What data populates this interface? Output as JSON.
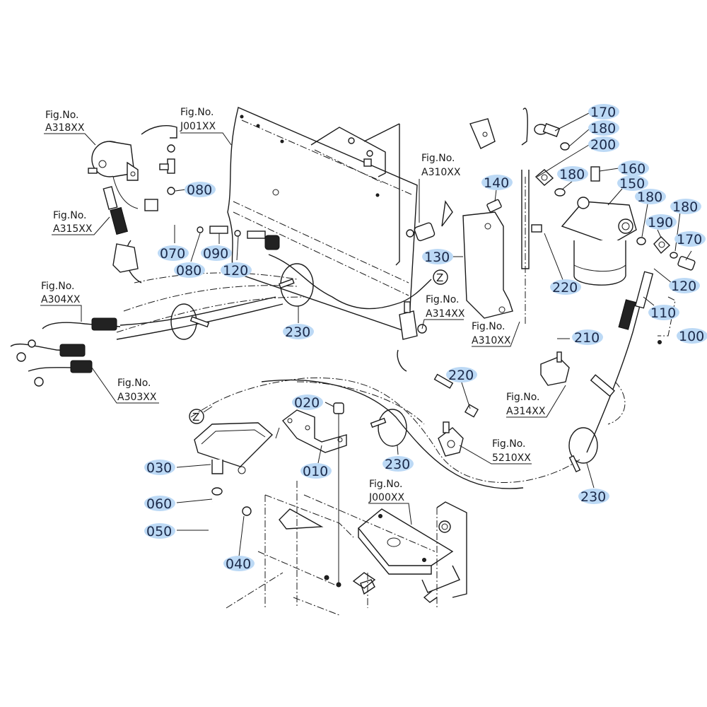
{
  "diagram": {
    "title": "Fuel system parts diagram",
    "highlight_color": "#bcd9f5",
    "callout_text_color": "#1b2a4a",
    "fig_refs": [
      {
        "id": "fig-a318",
        "line1": "Fig.No.",
        "line2": "A318XX"
      },
      {
        "id": "fig-j001",
        "line1": "Fig.No.",
        "line2": "J001XX"
      },
      {
        "id": "fig-a315",
        "line1": "Fig.No.",
        "line2": "A315XX"
      },
      {
        "id": "fig-a304",
        "line1": "Fig.No.",
        "line2": "A304XX"
      },
      {
        "id": "fig-a303",
        "line1": "Fig.No.",
        "line2": "A303XX"
      },
      {
        "id": "fig-a310-top",
        "line1": "Fig.No.",
        "line2": "A310XX"
      },
      {
        "id": "fig-a314-left",
        "line1": "Fig.No.",
        "line2": "A314XX"
      },
      {
        "id": "fig-a310-mid",
        "line1": "Fig.No.",
        "line2": "A310XX"
      },
      {
        "id": "fig-a314-right",
        "line1": "Fig.No.",
        "line2": "A314XX"
      },
      {
        "id": "fig-5210",
        "line1": "Fig.No.",
        "line2": "5210XX"
      },
      {
        "id": "fig-j000",
        "line1": "Fig.No.",
        "line2": "J000XX"
      }
    ],
    "callouts": [
      {
        "part": "080"
      },
      {
        "part": "070"
      },
      {
        "part": "080"
      },
      {
        "part": "090"
      },
      {
        "part": "120"
      },
      {
        "part": "230"
      },
      {
        "part": "140"
      },
      {
        "part": "130"
      },
      {
        "part": "170"
      },
      {
        "part": "180"
      },
      {
        "part": "200"
      },
      {
        "part": "160"
      },
      {
        "part": "180"
      },
      {
        "part": "150"
      },
      {
        "part": "180"
      },
      {
        "part": "190"
      },
      {
        "part": "180"
      },
      {
        "part": "170"
      },
      {
        "part": "220"
      },
      {
        "part": "120"
      },
      {
        "part": "110"
      },
      {
        "part": "100"
      },
      {
        "part": "210"
      },
      {
        "part": "220"
      },
      {
        "part": "230"
      },
      {
        "part": "230"
      },
      {
        "part": "020"
      },
      {
        "part": "030"
      },
      {
        "part": "010"
      },
      {
        "part": "060"
      },
      {
        "part": "050"
      },
      {
        "part": "040"
      }
    ],
    "markers": [
      {
        "label": "Z"
      },
      {
        "label": "Z"
      }
    ]
  }
}
